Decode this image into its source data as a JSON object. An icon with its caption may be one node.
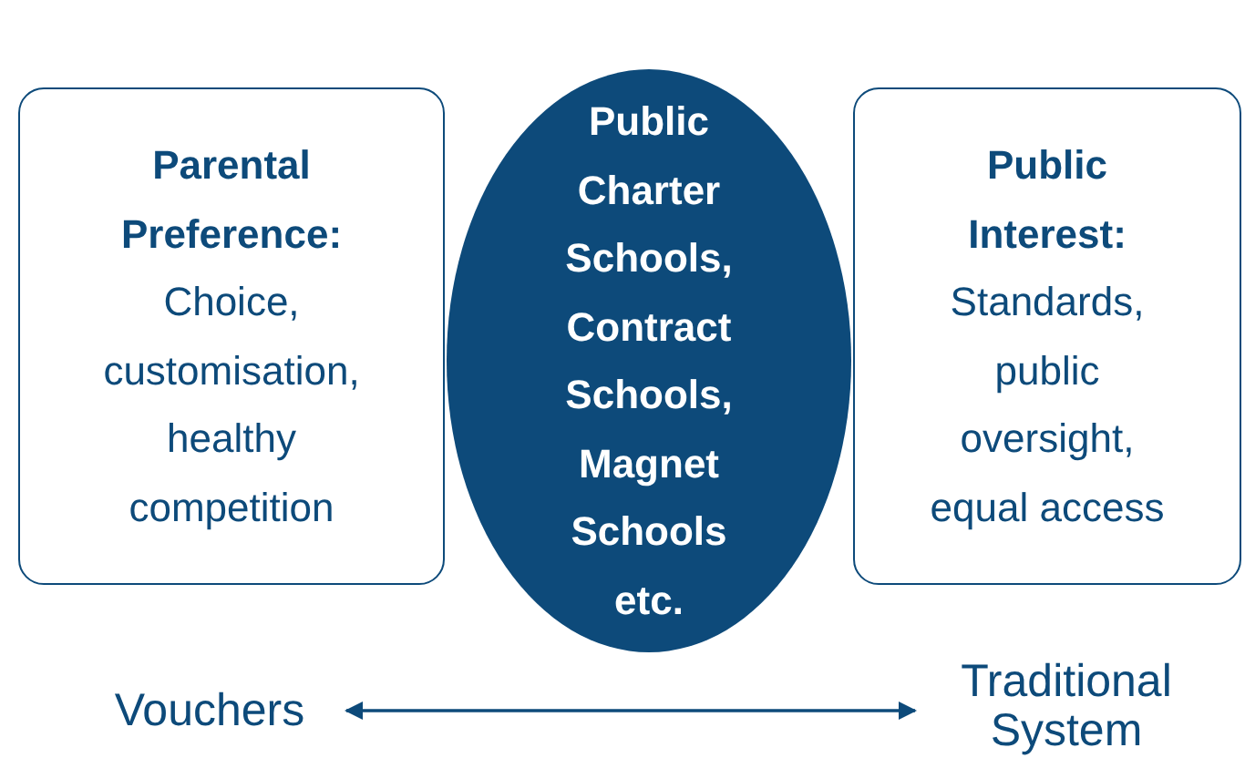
{
  "diagram": {
    "nodes": [
      {
        "text": [
          "Parental Preference:",
          "Choice, customisation, healthy competition"
        ]
      },
      {
        "text": [
          "Public Charter Schools, Contract Schools, Magnet Schools etc."
        ]
      },
      {
        "text": [
          "Public Interest:",
          "Standards, public oversight, equal access"
        ]
      },
      {
        "text": [
          "Vouchers"
        ]
      },
      {
        "text": [
          "Traditional System"
        ]
      }
    ],
    "edges": [
      {
        "from": 3,
        "to": 4,
        "arrow": "both"
      }
    ]
  }
}
